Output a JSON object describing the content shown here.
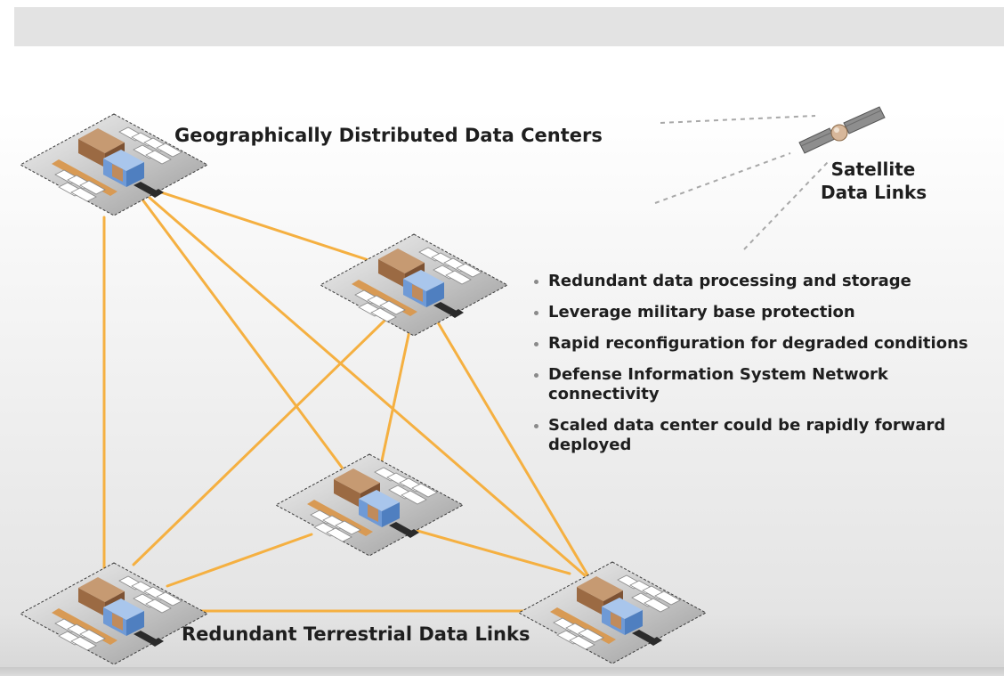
{
  "diagram": {
    "title_top": "Geographically Distributed Data Centers",
    "title_bottom": "Redundant Terrestrial Data Links",
    "satellite_label": [
      "Satellite",
      "Data Links"
    ]
  },
  "bullets": [
    "Redundant data processing and storage",
    "Leverage military base protection",
    "Rapid reconfiguration for degraded conditions",
    "Defense Information System Network connectivity",
    "Scaled data center could be rapidly forward deployed"
  ],
  "nodes": [
    {
      "id": "dc-top-left"
    },
    {
      "id": "dc-middle-right"
    },
    {
      "id": "dc-center"
    },
    {
      "id": "dc-bottom-left"
    },
    {
      "id": "dc-bottom-right"
    }
  ],
  "links": [
    [
      "dc-top-left",
      "dc-middle-right"
    ],
    [
      "dc-top-left",
      "dc-center"
    ],
    [
      "dc-top-left",
      "dc-bottom-right"
    ],
    [
      "dc-top-left",
      "dc-bottom-left"
    ],
    [
      "dc-middle-right",
      "dc-bottom-left"
    ],
    [
      "dc-middle-right",
      "dc-center"
    ],
    [
      "dc-middle-right",
      "dc-bottom-right"
    ],
    [
      "dc-center",
      "dc-bottom-left"
    ],
    [
      "dc-center",
      "dc-bottom-right"
    ],
    [
      "dc-bottom-left",
      "dc-bottom-right"
    ]
  ],
  "colors": {
    "link": "#f5b041",
    "satellite_beam": "#a8a8a8",
    "text": "#1e1e1e"
  }
}
